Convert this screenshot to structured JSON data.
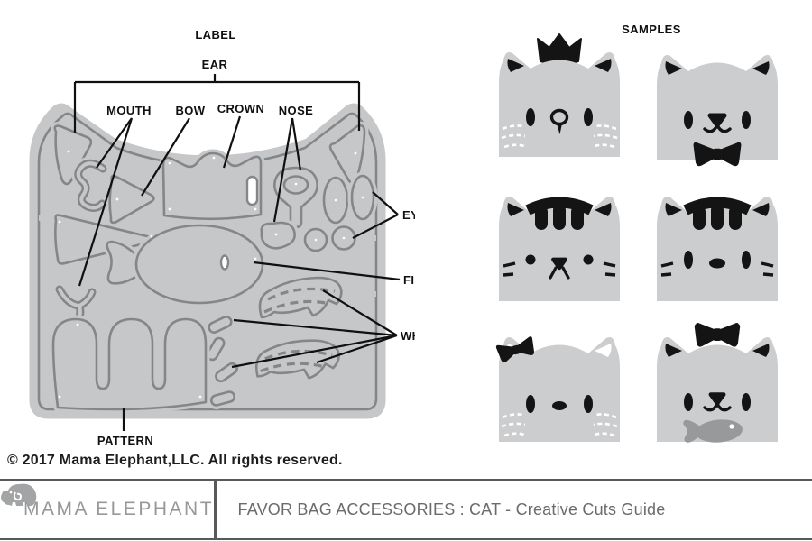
{
  "diagram": {
    "labels": {
      "label": "LABEL",
      "ear": "EAR",
      "mouth": "MOUTH",
      "bow": "BOW",
      "crown": "CROWN",
      "nose": "NOSE",
      "eyes": "EYES",
      "fish": "FISH",
      "whiskers": "WHISKERS",
      "pattern": "PATTERN"
    }
  },
  "samples": {
    "title": "SAMPLES",
    "cats": [
      {
        "id": 1,
        "accessories": [
          "crown"
        ],
        "eyes": "ovals",
        "nose": "balloon-outline",
        "mouth": "none",
        "whiskers": "white-dashed",
        "inner_ears": "black"
      },
      {
        "id": 2,
        "accessories": [
          "bowtie"
        ],
        "eyes": "ovals",
        "nose": "triangle",
        "mouth": "smile",
        "whiskers": "none",
        "inner_ears": "black"
      },
      {
        "id": 3,
        "accessories": [
          "head-pattern"
        ],
        "eyes": "dots",
        "nose": "triangle",
        "mouth": "open-legs",
        "whiskers": "black-dashes",
        "inner_ears": "black"
      },
      {
        "id": 4,
        "accessories": [
          "head-pattern"
        ],
        "eyes": "ovals",
        "nose": "oval",
        "mouth": "none",
        "whiskers": "black-dashes",
        "inner_ears": "black"
      },
      {
        "id": 5,
        "accessories": [
          "ear-bow"
        ],
        "eyes": "ovals",
        "nose": "oval",
        "mouth": "none",
        "whiskers": "white-dashed",
        "inner_ears": "white"
      },
      {
        "id": 6,
        "accessories": [
          "head-bow",
          "fish"
        ],
        "eyes": "ovals",
        "nose": "triangle",
        "mouth": "smile",
        "whiskers": "none",
        "inner_ears": "black"
      }
    ]
  },
  "copyright": "© 2017 Mama Elephant,LLC. All rights reserved.",
  "footer": {
    "brand": "MAMA ELEPHANT",
    "title": "FAVOR BAG ACCESSORIES : CAT - Creative Cuts Guide"
  },
  "colors": {
    "die_fill": "#c6c7c9",
    "die_outline": "#848688",
    "cat_gray": "#cccdcf",
    "fish_gray": "#97999b",
    "black": "#141414",
    "footer_line": "#58595b",
    "footer_text": "#6a6b6d",
    "logo_gray": "#97989a"
  }
}
